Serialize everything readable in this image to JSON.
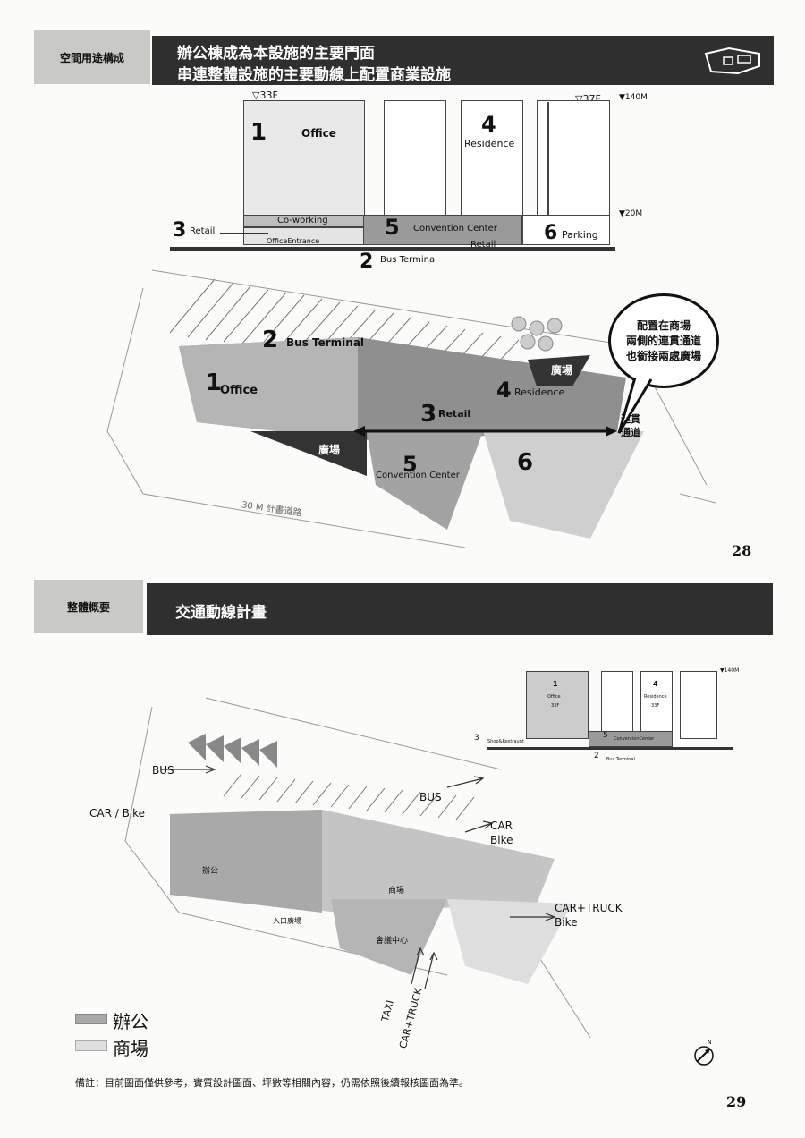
{
  "page28": {
    "section_tag": "空間用途構成",
    "title_line1": "辦公棟成為本設施的主要門面",
    "title_line2": "串連整體設施的主要動線上配置商業設施",
    "page_number": "28",
    "elevation": {
      "top_left_floor": "▽33F",
      "top_right_floor": "▽37F",
      "height_top": "▼140M",
      "height_mid": "▼20M",
      "office_num": "1",
      "office_label": "Office",
      "residence_num": "4",
      "residence_label": "Residence",
      "coworking_label": "Co-working",
      "retail_num": "3",
      "retail_label": "Retail",
      "office_entrance": "OfficeEntrance",
      "convention_num": "5",
      "convention_label": "Convention Center",
      "retail_strip_label": "Retail",
      "parking_num": "6",
      "parking_label": "Parking",
      "bus_num": "2",
      "bus_label": "Bus Terminal"
    },
    "plan": {
      "bus_num": "2",
      "bus_label": "Bus Terminal",
      "office_num": "1",
      "office_label": "Office",
      "retail_num": "3",
      "retail_label": "Retail",
      "residence_num": "4",
      "residence_label": "Residence",
      "convention_num": "5",
      "convention_label": "Convention Center",
      "parking_num": "6",
      "plaza_upper": "廣場",
      "plaza_lower": "廣場",
      "passage_line1": "連貫",
      "passage_line2": "通道",
      "road_label": "30 M 計畫道路",
      "bubble_line1": "配置在商場",
      "bubble_line2": "兩側的連貫通道",
      "bubble_line3": "也銜接兩處廣場"
    }
  },
  "page29": {
    "section_tag": "整體概要",
    "title": "交通動線計畫",
    "page_number": "29",
    "flows": {
      "bus_top": "BUS",
      "bus_right": "BUS",
      "car_bike_left": "CAR / Bike",
      "car_right": "CAR",
      "bike_right": "Bike",
      "car_truck_right": "CAR+TRUCK",
      "bike_right2": "Bike",
      "taxi": "TAXI",
      "car_truck_bottom": "CAR+TRUCK"
    },
    "plan_labels": {
      "office": "辦公",
      "mall": "商場",
      "convention": "會議中心",
      "plaza_entrance": "入口廣場"
    },
    "mini_elevation": {
      "office_num": "1",
      "office_label": "Office",
      "office_floor": "33F",
      "residence_num": "4",
      "residence_label": "Residence",
      "residence_floor": "33F",
      "height_top": "▼140M",
      "retail_num": "3",
      "retail_label": "Shop&Restraunt",
      "convention_num": "5",
      "convention_label": "ConventionCenter",
      "bus_num": "2",
      "bus_label": "Bus Terminal"
    },
    "legend": {
      "office_label": "辦公",
      "mall_label": "商場",
      "office_color": "#a9a9a9",
      "mall_color": "#e0e0e0"
    },
    "note": "備註：目前圖面僅供參考，實質設計圖面、坪數等相關內容，仍需依照後續報核圖面為準。"
  }
}
